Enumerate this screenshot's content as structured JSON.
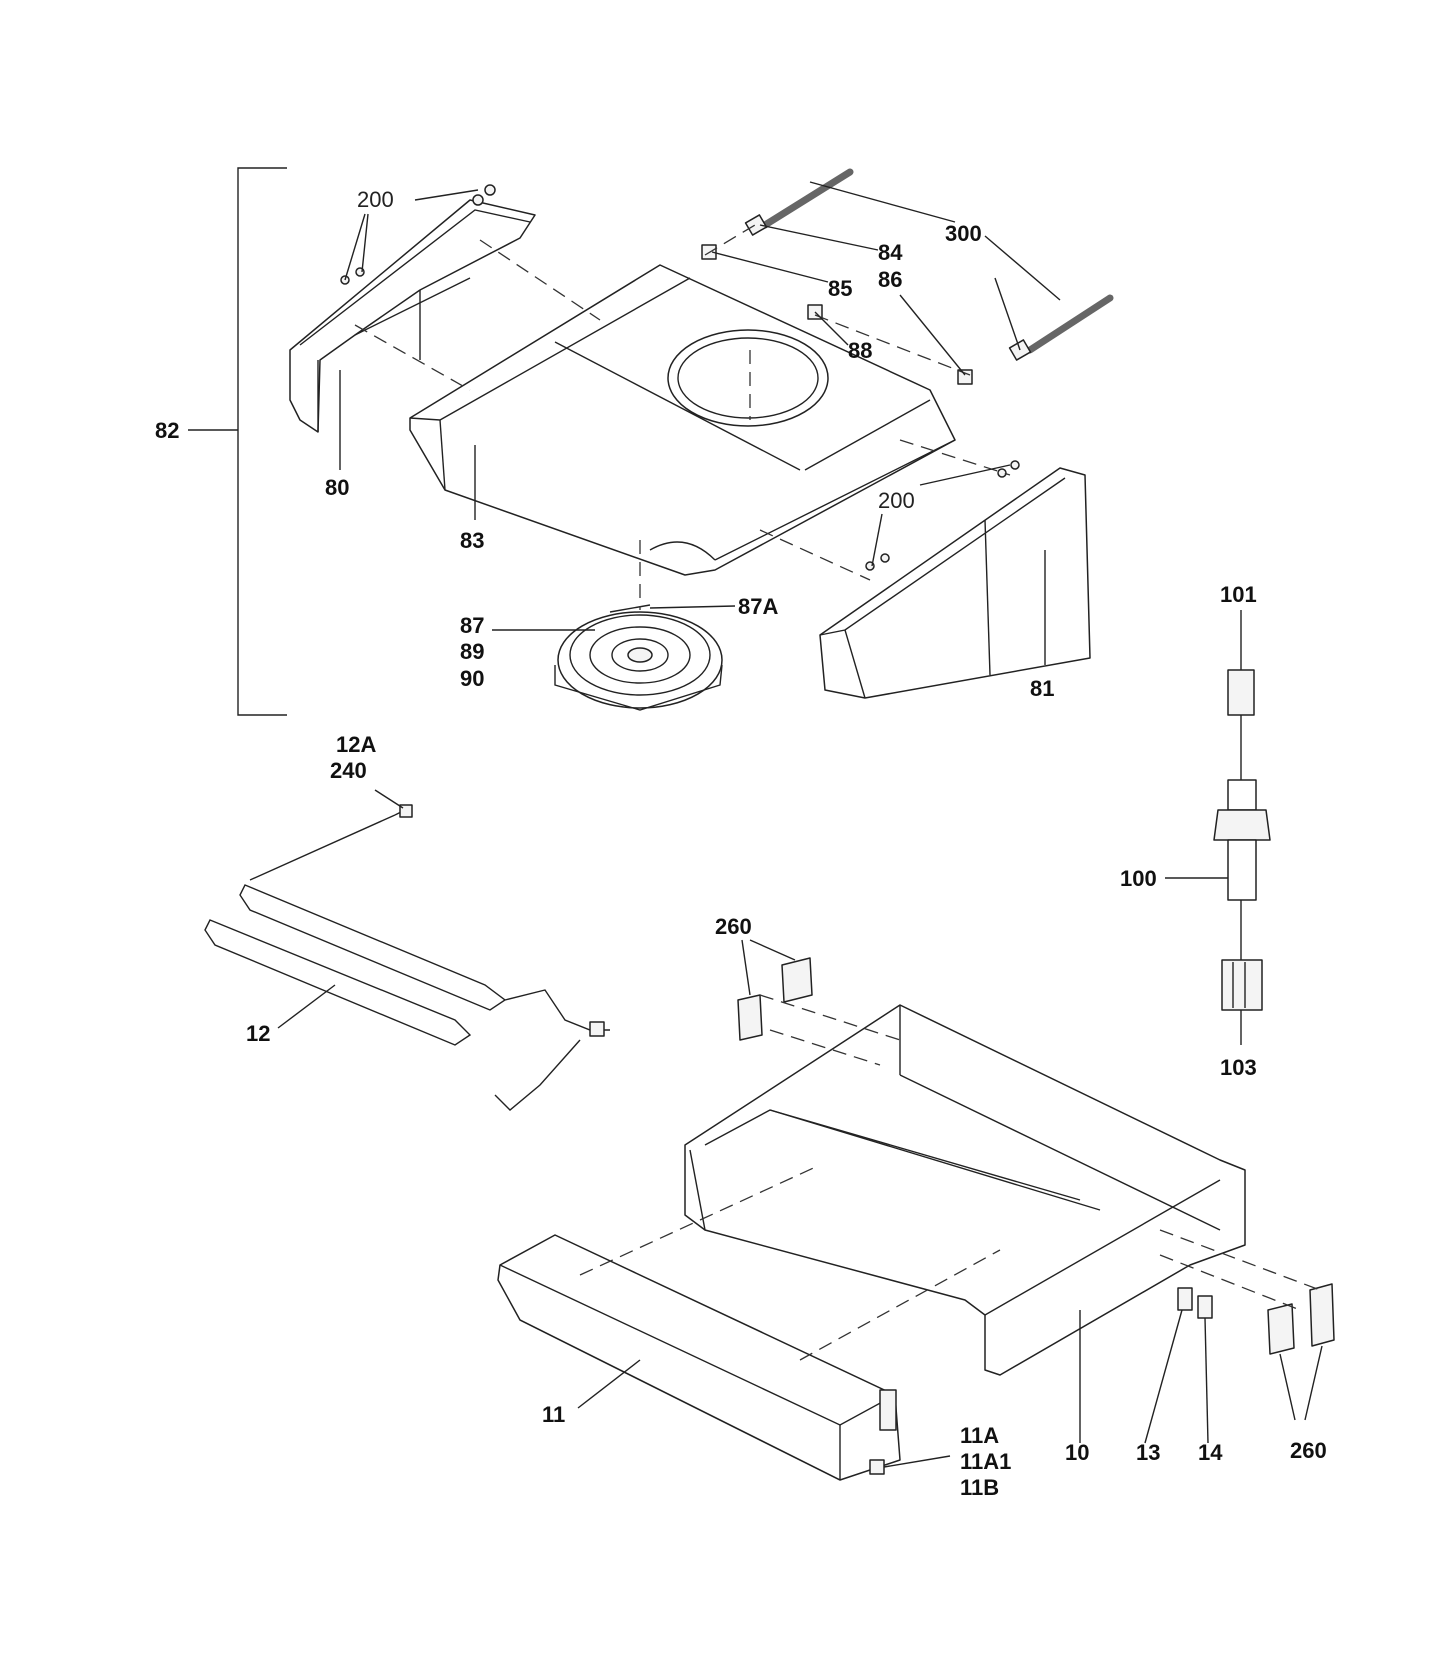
{
  "labels": {
    "l200a": "200",
    "l300": "300",
    "l84": "84",
    "l85": "85",
    "l86": "86",
    "l88": "88",
    "l82": "82",
    "l80": "80",
    "l83": "83",
    "l200b": "200",
    "l81": "81",
    "l87A": "87A",
    "l87": "87",
    "l89": "89",
    "l90": "90",
    "l101": "101",
    "l100": "100",
    "l103": "103",
    "l12A": "12A",
    "l240": "240",
    "l12": "12",
    "l260a": "260",
    "l11": "11",
    "l11A": "11A",
    "l11A1": "11A1",
    "l11B": "11B",
    "l10": "10",
    "l13": "13",
    "l14": "14",
    "l260b": "260"
  }
}
